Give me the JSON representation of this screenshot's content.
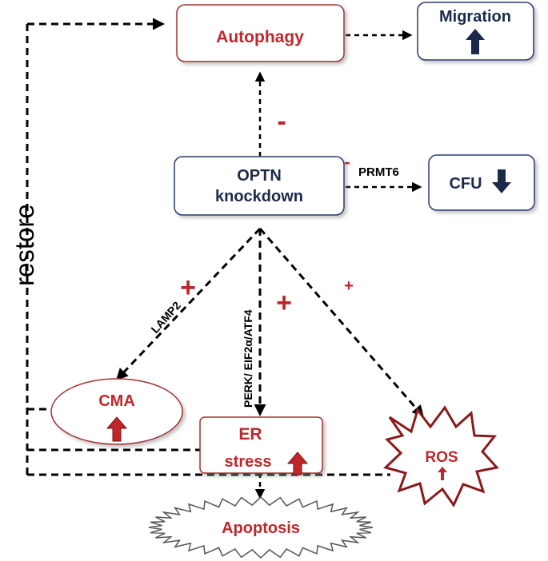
{
  "nodes": {
    "autophagy": "Autophagy",
    "migration": "Migration",
    "optn_line1": "OPTN",
    "optn_line2": "knockdown",
    "cfu": "CFU",
    "cma": "CMA",
    "er_line1": "ER",
    "er_line2": "stress",
    "ros": "ROS",
    "apoptosis": "Apoptosis"
  },
  "edge_labels": {
    "prmt6": "PRMT6",
    "lamp2": "LAMP2",
    "perk": "PERK/ EIF2α/ATF4",
    "restore": "restore"
  },
  "signs": {
    "minus_autophagy": "-",
    "minus_prmt6": "-",
    "plus_lamp2": "+",
    "plus_perk": "+",
    "plus_ros": "+"
  },
  "colors": {
    "red": "#c0272d",
    "navy": "#1c2a4a",
    "border_red": "#a03030",
    "border_navy": "#2a3a6e"
  }
}
